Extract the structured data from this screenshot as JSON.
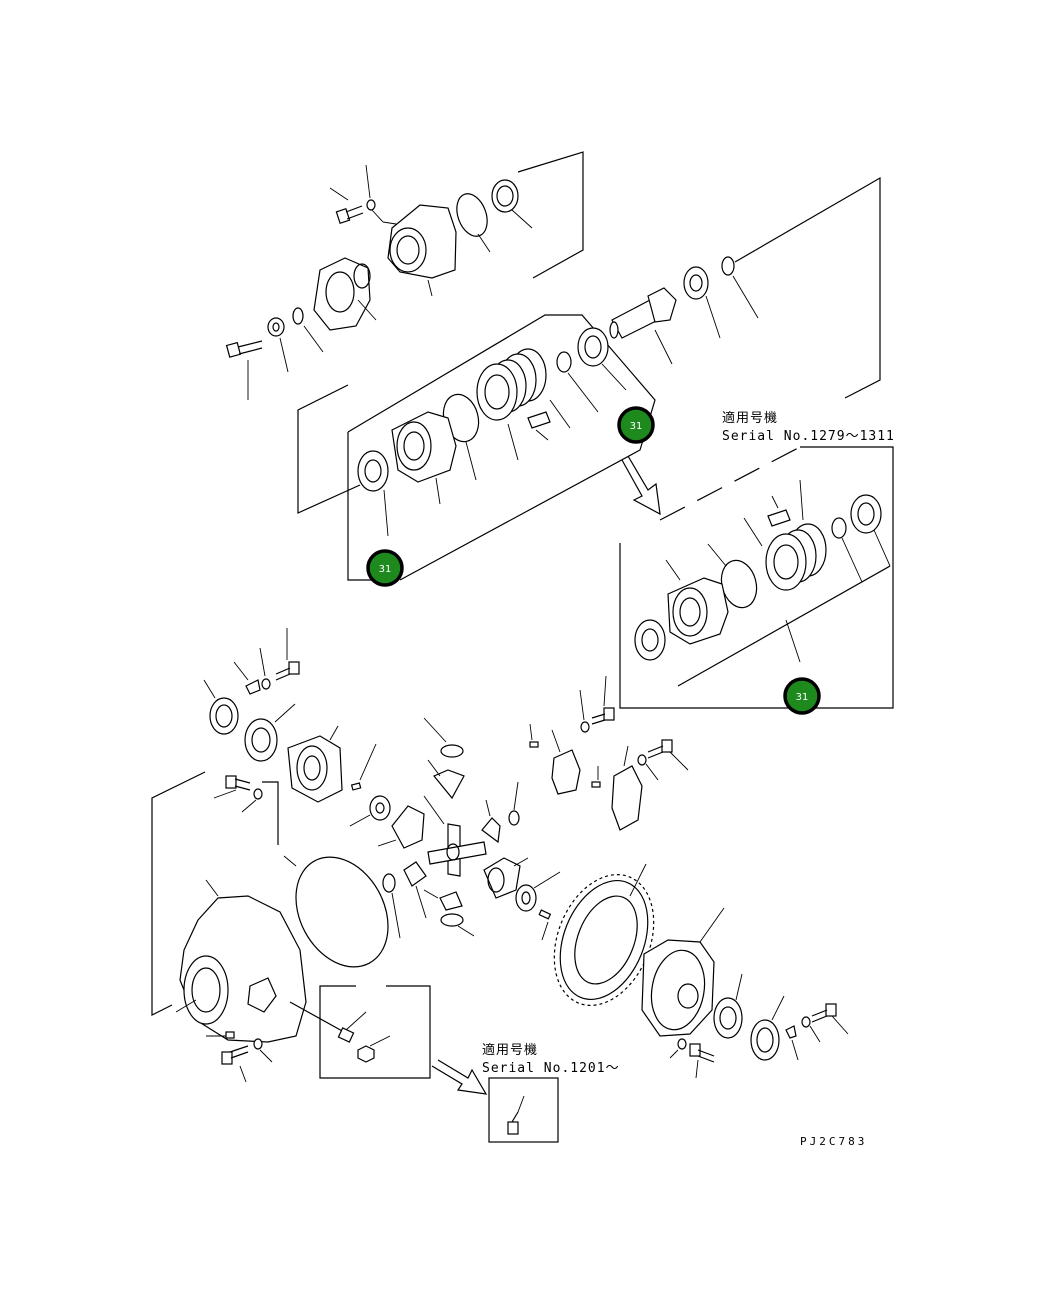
{
  "applicability_notes": [
    {
      "label": "適用号機",
      "serial": "Serial No.1279～1311"
    },
    {
      "label": "適用号機",
      "serial": "Serial No.1201～"
    }
  ],
  "badges": [
    {
      "number": "31"
    },
    {
      "number": "31"
    },
    {
      "number": "31"
    }
  ],
  "drawing_code": "PJ2C783",
  "colors": {
    "badge_fill": "#1e8a1e",
    "line": "#000000",
    "background": "#ffffff"
  }
}
